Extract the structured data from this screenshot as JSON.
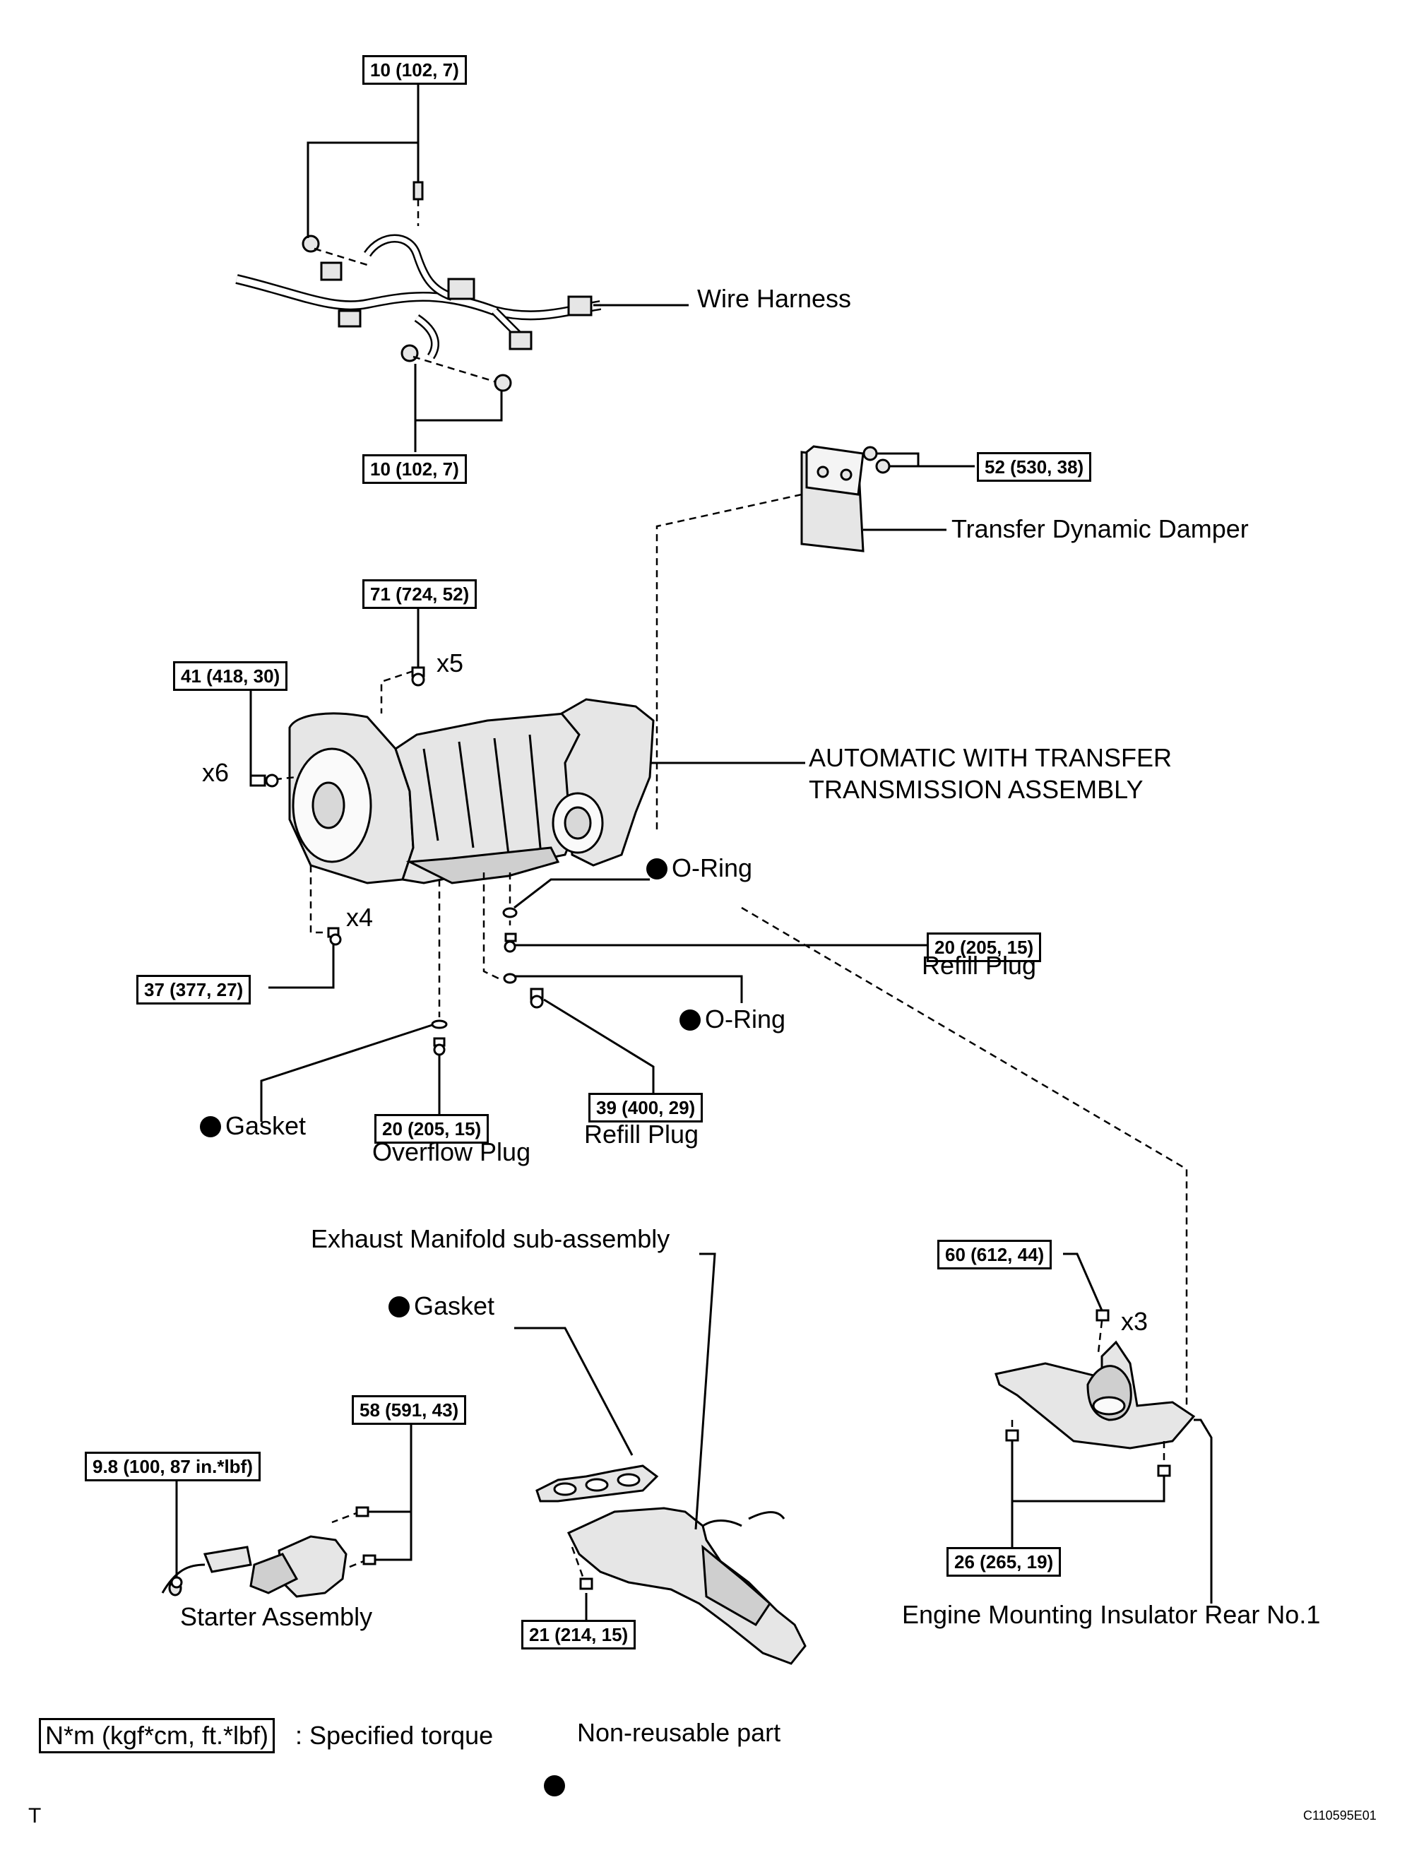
{
  "torques": {
    "wire_top": "10 (102, 7)",
    "wire_bottom": "10 (102, 7)",
    "damper": "52 (530, 38)",
    "trans_top": "71 (724, 52)",
    "trans_left": "41 (418, 30)",
    "trans_bottom_left": "37 (377, 27)",
    "refill_plug_1": "20 (205, 15)",
    "overflow_plug": "20 (205, 15)",
    "refill_plug_2": "39 (400, 29)",
    "insulator_top": "60 (612, 44)",
    "insulator_bottom": "26 (265, 19)",
    "starter_top": "58 (591, 43)",
    "starter_left": "9.8 (100, 87 in.*lbf)",
    "manifold": "21 (214, 15)"
  },
  "labels": {
    "wire_harness": "Wire Harness",
    "transfer_dynamic_damper": "Transfer Dynamic Damper",
    "transmission_line1": "AUTOMATIC WITH TRANSFER",
    "transmission_line2": "TRANSMISSION ASSEMBLY",
    "o_ring_1": "O-Ring",
    "o_ring_2": "O-Ring",
    "refill_plug_1": "Refill Plug",
    "refill_plug_2": "Refill Plug",
    "overflow_plug": "Overflow Plug",
    "gasket_1": "Gasket",
    "gasket_2": "Gasket",
    "exhaust_manifold": "Exhaust Manifold sub-assembly",
    "starter_assembly": "Starter Assembly",
    "engine_mounting": "Engine Mounting Insulator Rear No.1"
  },
  "quantities": {
    "x5": "x5",
    "x6": "x6",
    "x4": "x4",
    "x3": "x3"
  },
  "legend": {
    "unit_box": "N*m (kgf*cm, ft.*lbf)",
    "unit_text": ": Specified torque",
    "nonreusable_text": "Non-reusable part"
  },
  "footer": {
    "left_mark": "T",
    "figure_code": "C110595E01"
  }
}
